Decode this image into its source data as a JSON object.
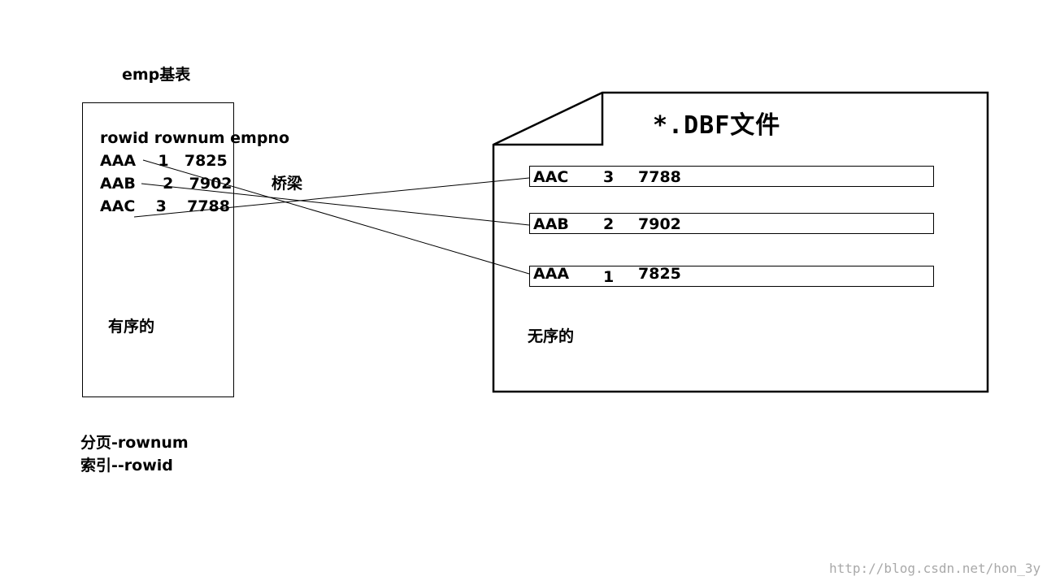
{
  "left_table": {
    "title": "emp基表",
    "header": "rowid rownum empno",
    "rows": [
      {
        "rowid": "AAA",
        "rownum": "1",
        "empno": "7825"
      },
      {
        "rowid": "AAB",
        "rownum": "2",
        "empno": "7902"
      },
      {
        "rowid": "AAC",
        "rownum": "3",
        "empno": "7788"
      }
    ],
    "note": "有序的"
  },
  "bridge_label": "桥梁",
  "dbf_file": {
    "title": "*.DBF文件",
    "records": [
      {
        "rowid": "AAC",
        "rownum": "3",
        "empno": "7788"
      },
      {
        "rowid": "AAB",
        "rownum": "2",
        "empno": "7902"
      },
      {
        "rowid": "AAA",
        "rownum": "1",
        "empno": "7825"
      }
    ],
    "note": "无序的"
  },
  "captions": [
    "分页-rownum",
    "索引--rowid"
  ],
  "watermark": "http://blog.csdn.net/hon_3y"
}
